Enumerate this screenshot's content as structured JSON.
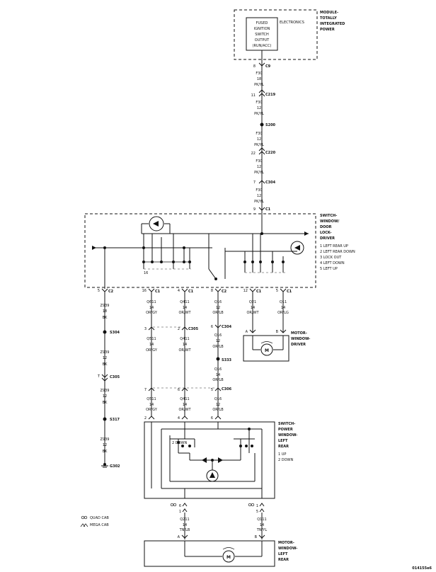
{
  "modules": {
    "tipm": {
      "title": [
        "MODULE-",
        "TOTALLY",
        "INTEGRATED",
        "POWER"
      ],
      "inner": [
        "FUSED",
        "IGNITION",
        "SWITCH",
        "OUTPUT",
        "(RUN/ACC)"
      ],
      "electronics": "ELECTRONICS"
    },
    "switch_driver": {
      "title": [
        "SWITCH-",
        "WINDOW/",
        "DOOR",
        "LOCK-",
        "DRIVER"
      ],
      "legend": [
        "1 LEFT REAR UP",
        "2 LEFT REAR DOWN",
        "3 LOCK OUT",
        "4 LEFT DOWN",
        "5 LEFT UP"
      ]
    },
    "motor_driver": {
      "title": [
        "MOTOR-",
        "WINDOW-",
        "DRIVER"
      ],
      "pin_a": "A",
      "pin_b": "B"
    },
    "switch_rear": {
      "title": [
        "SWITCH-",
        "POWER",
        "WINDOW-",
        "LEFT",
        "REAR"
      ],
      "legend": [
        "1 UP",
        "2 DOWN"
      ]
    },
    "motor_rear": {
      "title": [
        "MOTOR-",
        "WINDOW-",
        "LEFT",
        "REAR"
      ],
      "pin_a": "A",
      "pin_b": "B"
    }
  },
  "feed": {
    "c9": {
      "pin": "8",
      "name": "C9"
    },
    "w1": [
      "F30",
      "18",
      "PK/YL"
    ],
    "c219": {
      "pin": "11",
      "name": "C219"
    },
    "w2": [
      "F30",
      "12",
      "PK/YL"
    ],
    "s200": "S200",
    "w3": [
      "F30",
      "12",
      "PK/YL"
    ],
    "c220": {
      "pin": "22",
      "name": "C220"
    },
    "w4": [
      "F30",
      "12",
      "PK/YL"
    ],
    "c304": {
      "pin": "7",
      "name": "C304"
    },
    "w5": [
      "F30",
      "12",
      "PK/YL"
    ],
    "c1": {
      "pin": "9",
      "name": "C1"
    }
  },
  "driver_pins": {
    "c2": {
      "pin": "5",
      "name": "C2"
    },
    "c1a": {
      "pin": "16",
      "name": "C1"
    },
    "c1b": {
      "pin": "4",
      "name": "C1"
    },
    "c2b": {
      "pin": "8",
      "name": "C2"
    },
    "c1c": {
      "pin": "12",
      "name": "C1"
    },
    "c1d": {
      "pin": "5",
      "name": "C1"
    }
  },
  "ground": {
    "w1": [
      "Z939",
      "18",
      "BK"
    ],
    "s304": "S304",
    "w2": [
      "Z939",
      "12",
      "BK"
    ],
    "c305": {
      "pin": "T",
      "name": "C305"
    },
    "w3": [
      "Z939",
      "12",
      "BK"
    ],
    "s317": "S317",
    "w4": [
      "Z939",
      "12",
      "BK"
    ],
    "g302": "G302"
  },
  "col1": {
    "w1": [
      "Q611",
      "14",
      "OR/GY"
    ],
    "c305_pin": "3",
    "w2": [
      "Q511",
      "14",
      "OR/GY"
    ],
    "c306_pin": "7",
    "w3": [
      "Q511",
      "14",
      "OR/GY"
    ],
    "rear_pin": "2"
  },
  "col2": {
    "w1": [
      "Q411",
      "14",
      "OR/WT"
    ],
    "c305_pin": "2",
    "c305": "C305",
    "w2": [
      "Q411",
      "14",
      "OR/WT"
    ],
    "c306_pin": "6",
    "w3": [
      "Q411",
      "14",
      "OR/WT"
    ],
    "rear_pin": "4"
  },
  "col3": {
    "w1": [
      "Q16",
      "12",
      "OR/LB"
    ],
    "c304": {
      "pin": "6",
      "name": "C304"
    },
    "w2": [
      "Q16",
      "12",
      "OR/LB"
    ],
    "s333": "S333",
    "w3": [
      "Q16",
      "14",
      "OR/LB"
    ],
    "c306": {
      "pin": "5",
      "name": "C306"
    },
    "w4": [
      "Q16",
      "12",
      "OR/LB"
    ],
    "rear_pin": "6"
  },
  "motor_driver_wires": {
    "a": [
      "Q21",
      "14",
      "OR/WT"
    ],
    "b": [
      "Q11",
      "14",
      "OR/LG"
    ]
  },
  "rear_out": {
    "left_pins": [
      "6",
      "1"
    ],
    "right_pins": [
      "1",
      "5"
    ],
    "a": [
      "Q211",
      "14",
      "TN/LB"
    ],
    "b": [
      "Q111",
      "14",
      "TN/YL"
    ]
  },
  "legend_cab": {
    "quad": "QUAD CAB",
    "mega": "MEGA CAB"
  },
  "figure_id": "014155e6"
}
